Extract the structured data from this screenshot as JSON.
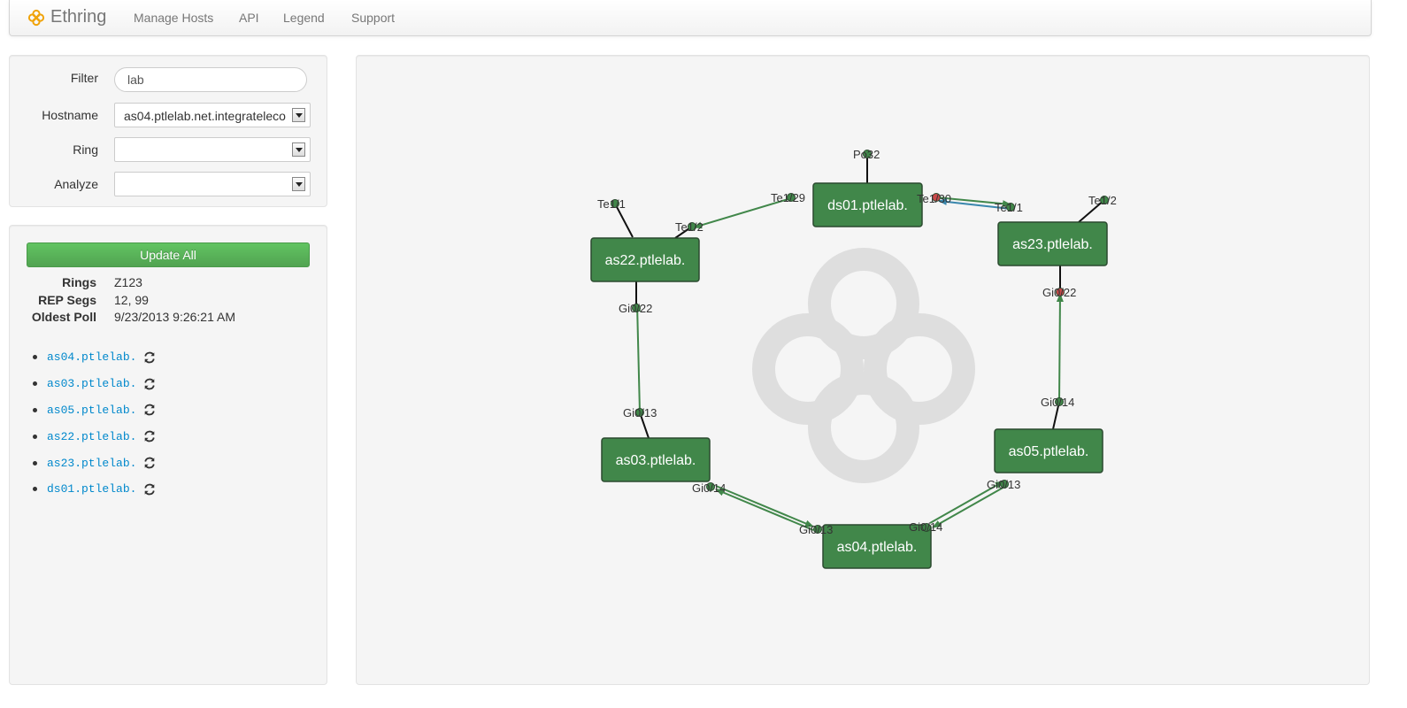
{
  "navbar": {
    "brand": "Ethring",
    "links": [
      "Manage Hosts",
      "API",
      "Legend",
      "Support"
    ]
  },
  "controls": {
    "filter_label": "Filter",
    "filter_value": "lab",
    "hostname_label": "Hostname",
    "hostname_value": "as04.ptlelab.net.integrateleco",
    "ring_label": "Ring",
    "ring_value": "",
    "analyze_label": "Analyze",
    "analyze_value": ""
  },
  "summary": {
    "update_button": "Update All",
    "rings_label": "Rings",
    "rings_value": "Z123",
    "rep_segs_label": "REP Segs",
    "rep_segs_value": "12, 99",
    "oldest_poll_label": "Oldest Poll",
    "oldest_poll_value": "9/23/2013 9:26:21 AM",
    "hosts": [
      "as04.ptlelab.",
      "as03.ptlelab.",
      "as05.ptlelab.",
      "as22.ptlelab.",
      "as23.ptlelab.",
      "ds01.ptlelab."
    ]
  },
  "graph": {
    "nodes": {
      "ds01": "ds01.ptlelab.",
      "as22": "as22.ptlelab.",
      "as23": "as23.ptlelab.",
      "as03": "as03.ptlelab.",
      "as05": "as05.ptlelab.",
      "as04": "as04.ptlelab."
    },
    "ports": {
      "ds01_po": "Po32",
      "ds01_te_left": "Te1/29",
      "ds01_te_right": "Te1/30",
      "as22_te1": "Te1/1",
      "as22_te2": "Te1/2",
      "as22_gi22": "Gi0/22",
      "as23_te1": "Te1/1",
      "as23_te2": "Te1/2",
      "as23_gi22": "Gi0/22",
      "as03_gi13": "Gi0/13",
      "as03_gi14": "Gi0/14",
      "as05_gi14": "Gi0/14",
      "as05_gi13": "Gi0/13",
      "as04_gi13": "Gi0/13",
      "as04_gi14": "Gi0/14"
    },
    "colors": {
      "node_fill": "#41874a",
      "port_ok": "#41874a",
      "port_blocked": "#c9484a",
      "link_green": "#41874a",
      "link_blue": "#3a87ad"
    }
  }
}
